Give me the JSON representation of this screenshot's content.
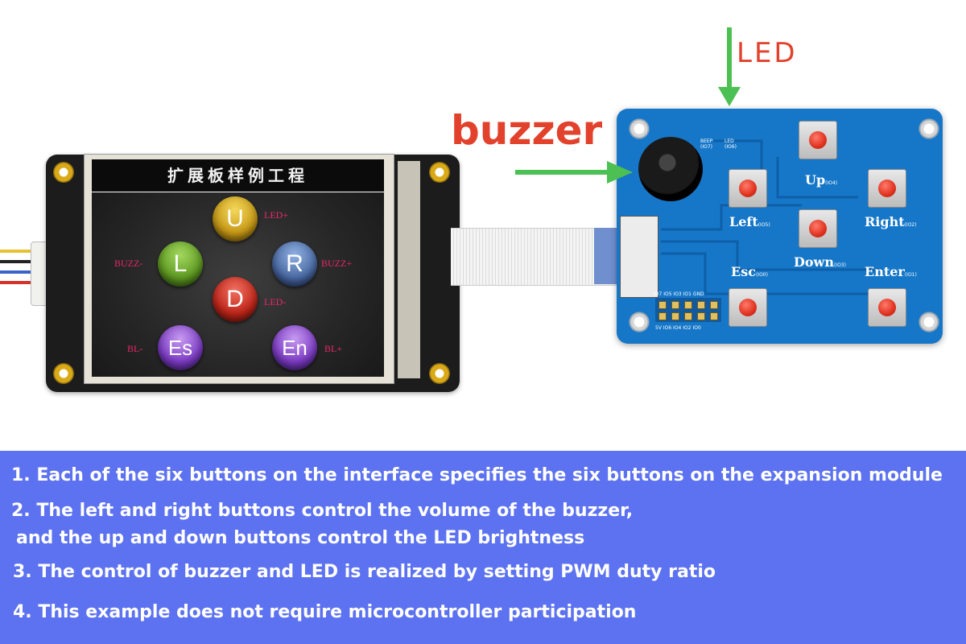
{
  "annotations": {
    "led": "LED",
    "buzzer": "buzzer"
  },
  "screen": {
    "title": "扩展板样例工程",
    "buttons": {
      "up": "U",
      "left": "L",
      "right": "R",
      "down": "D",
      "esc": "Es",
      "enter": "En"
    },
    "labels": {
      "led_plus": "LED+",
      "led_minus": "LED-",
      "buzz_minus": "BUZZ-",
      "buzz_plus": "BUZZ+",
      "bl_minus": "BL-",
      "bl_plus": "BL+"
    }
  },
  "board": {
    "keys": {
      "up": "Up",
      "up_io": "(IO4)",
      "left": "Left",
      "left_io": "(IO5)",
      "right": "Right",
      "right_io": "(IO2)",
      "down": "Down",
      "down_io": "(IO3)",
      "esc": "Esc",
      "esc_io": "(IO0)",
      "enter": "Enter",
      "enter_io": "(IO1)"
    },
    "silk": {
      "beep": "BEEP (IO7)",
      "led": "LED (IO6)",
      "header_top": "IO7 IO5 IO3 IO1 GND",
      "header_bottom": "5V IO6 IO4 IO2 IO0"
    }
  },
  "info": {
    "line1": "1. Each of the six buttons on the interface specifies the six buttons on the expansion module",
    "line2a": "2. The left and right buttons control the volume of the buzzer,",
    "line2b": "and the up and down buttons control the LED brightness",
    "line3": "3. The control of buzzer and LED is realized by setting PWM duty ratio",
    "line4": "4. This example does not require microcontroller participation"
  },
  "colors": {
    "annotation_red": "#e2412c",
    "arrow_green": "#4cc052",
    "panel_blue": "#5c72f0",
    "pcb_blue": "#1677c8"
  }
}
